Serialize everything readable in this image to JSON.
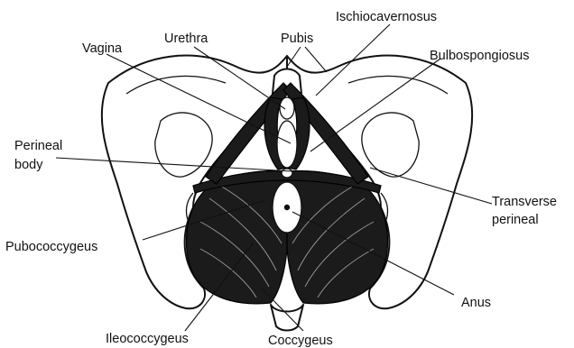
{
  "labels": {
    "ischiocavernosus": "Ischiocavernosus",
    "pubis": "Pubis",
    "urethra": "Urethra",
    "vagina": "Vagina",
    "bulbospongiosus": "Bulbospongiosus",
    "perineal_body_1": "Perineal",
    "perineal_body_2": "body",
    "transverse_perineal_1": "Transverse",
    "transverse_perineal_2": "perineal",
    "pubococcygeus": "Pubococcygeus",
    "anus": "Anus",
    "ileococcygeus": "Ileococcygeus",
    "coccygeus": "Coccygeus"
  }
}
